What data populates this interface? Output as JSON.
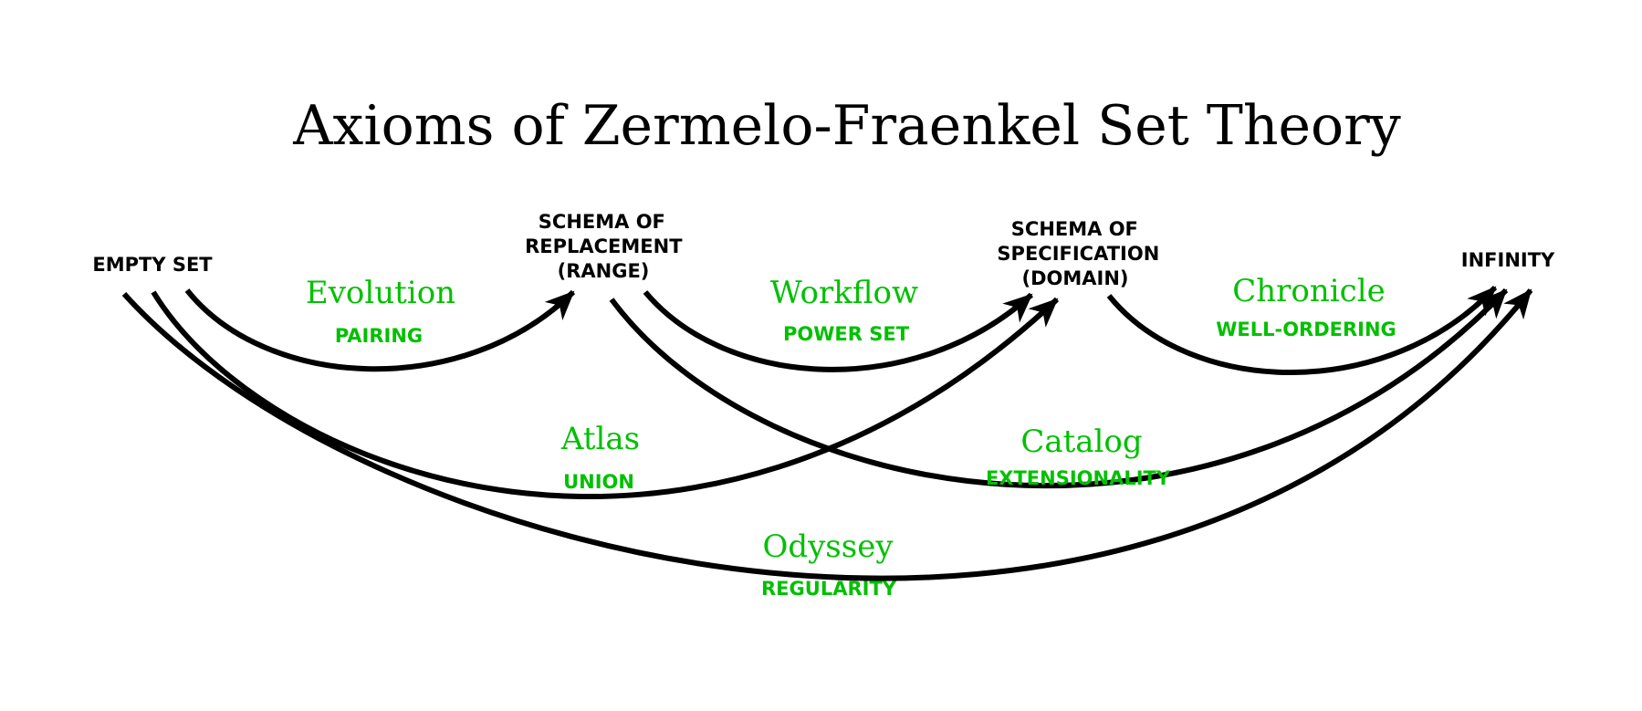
{
  "title": "Axioms of Zermelo-Fraenkel Set Theory",
  "colors": {
    "edge": "#000000",
    "label": "#00c000",
    "node": "#000000"
  },
  "nodes": {
    "empty_set": {
      "label": [
        "EMPTY SET"
      ]
    },
    "replacement": {
      "label": [
        "SCHEMA OF",
        "REPLACEMENT",
        "(RANGE)"
      ]
    },
    "specification": {
      "label": [
        "SCHEMA OF",
        "SPECIFICATION",
        "(DOMAIN)"
      ]
    },
    "infinity": {
      "label": [
        "INFINITY"
      ]
    }
  },
  "edges": [
    {
      "id": "evolution",
      "from": "empty_set",
      "to": "replacement",
      "name": "Evolution",
      "axiom": "PAIRING"
    },
    {
      "id": "workflow",
      "from": "replacement",
      "to": "specification",
      "name": "Workflow",
      "axiom": "POWER SET"
    },
    {
      "id": "chronicle",
      "from": "specification",
      "to": "infinity",
      "name": "Chronicle",
      "axiom": "WELL-ORDERING"
    },
    {
      "id": "atlas",
      "from": "empty_set",
      "to": "specification",
      "name": "Atlas",
      "axiom": "UNION"
    },
    {
      "id": "catalog",
      "from": "replacement",
      "to": "infinity",
      "name": "Catalog",
      "axiom": "EXTENSIONALITY"
    },
    {
      "id": "odyssey",
      "from": "empty_set",
      "to": "infinity",
      "name": "Odyssey",
      "axiom": "REGULARITY"
    }
  ]
}
